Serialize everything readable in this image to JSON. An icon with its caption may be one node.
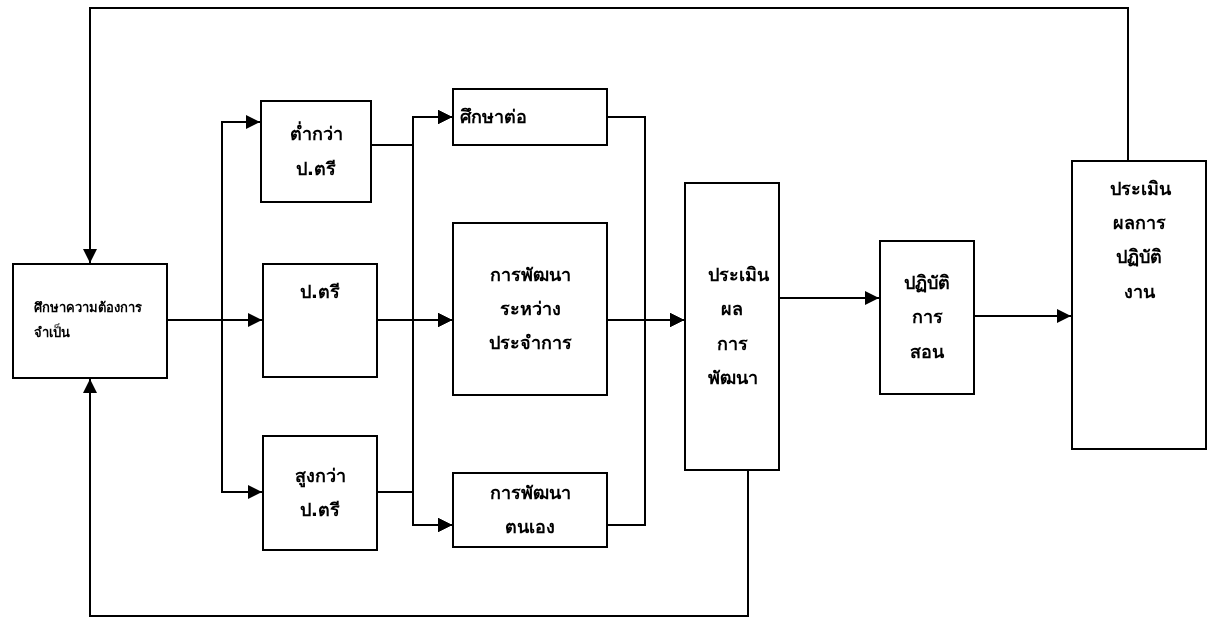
{
  "diagram": {
    "nodes": [
      {
        "text": [
          "ศึกษาความต้องการจำเป็น"
        ]
      },
      {
        "text": [
          "ต่ำกว่าป.ตรี"
        ]
      },
      {
        "text": [
          "ป.ตรี"
        ]
      },
      {
        "text": [
          "สูงกว่าป.ตรี"
        ]
      },
      {
        "text": [
          "ศึกษาต่อ"
        ]
      },
      {
        "text": [
          "การพัฒนาระหว่างประจำการ"
        ]
      },
      {
        "text": [
          "การพัฒนาตนเอง"
        ]
      },
      {
        "text": [
          "ประเมินผลการพัฒนา"
        ]
      },
      {
        "text": [
          "ปฏิบัติการสอน"
        ]
      },
      {
        "text": [
          "ประเมินผลการปฏิบัติงาน"
        ]
      }
    ],
    "edges": [
      {
        "from": 0,
        "to": 1,
        "arrow": "to"
      },
      {
        "from": 0,
        "to": 2,
        "arrow": "to"
      },
      {
        "from": 0,
        "to": 3,
        "arrow": "to"
      },
      {
        "from": 1,
        "to": 4,
        "arrow": "to"
      },
      {
        "from": 1,
        "to": 5,
        "arrow": "to"
      },
      {
        "from": 1,
        "to": 6,
        "arrow": "to"
      },
      {
        "from": 2,
        "to": 4,
        "arrow": "to"
      },
      {
        "from": 2,
        "to": 5,
        "arrow": "to"
      },
      {
        "from": 2,
        "to": 6,
        "arrow": "to"
      },
      {
        "from": 3,
        "to": 4,
        "arrow": "to"
      },
      {
        "from": 3,
        "to": 5,
        "arrow": "to"
      },
      {
        "from": 3,
        "to": 6,
        "arrow": "to"
      },
      {
        "from": 4,
        "to": 7,
        "arrow": "to"
      },
      {
        "from": 5,
        "to": 7,
        "arrow": "to"
      },
      {
        "from": 6,
        "to": 7,
        "arrow": "to"
      },
      {
        "from": 7,
        "to": 8,
        "arrow": "to"
      },
      {
        "from": 8,
        "to": 9,
        "arrow": "to"
      },
      {
        "from": 9,
        "to": 0,
        "arrow": "to"
      },
      {
        "from": 7,
        "to": 0,
        "arrow": "to"
      }
    ]
  }
}
